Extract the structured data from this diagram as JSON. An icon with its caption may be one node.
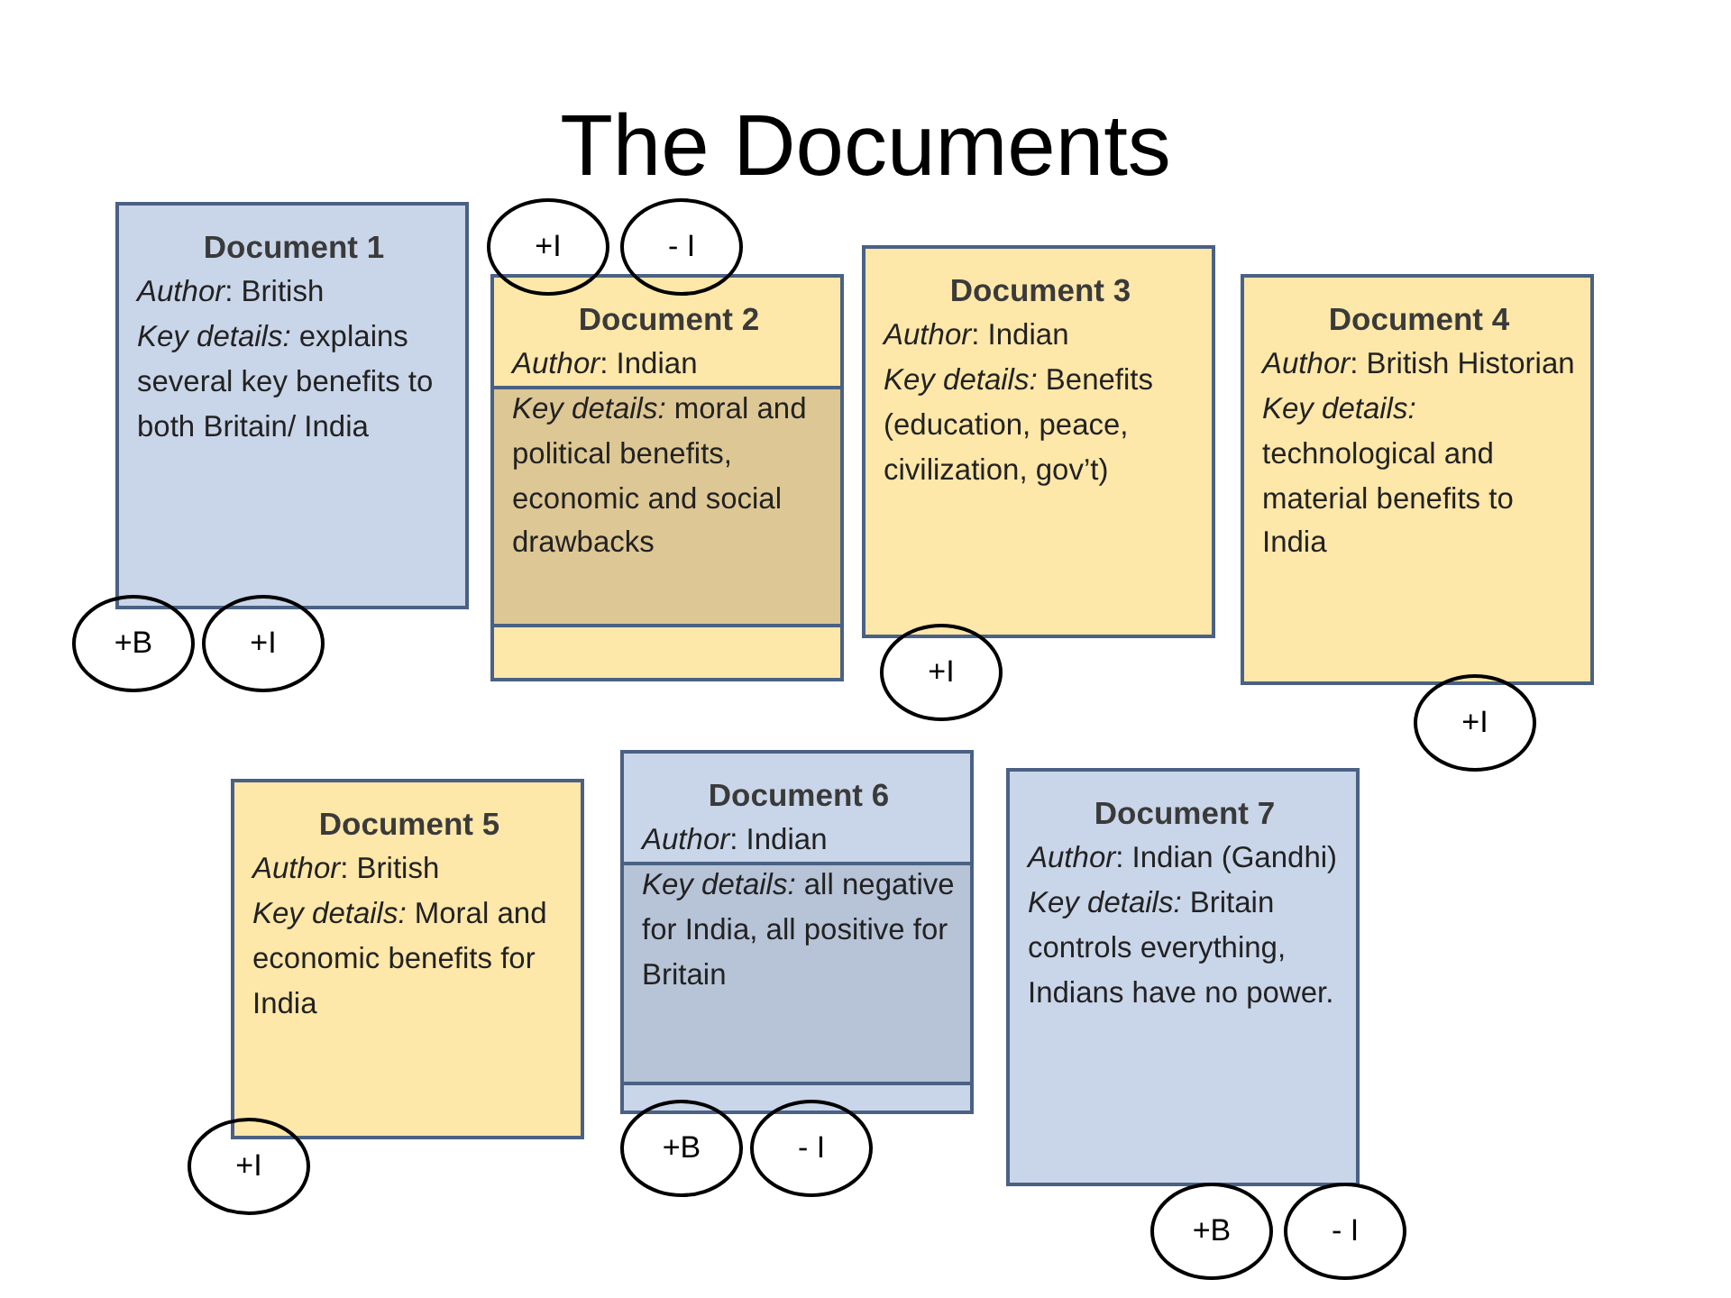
{
  "diagram": {
    "title": "The Documents",
    "nodes": [
      {
        "text": [
          "Document 1",
          "*Author*: British",
          "*Key details:* explains several key benefits to both Britain/ India"
        ]
      },
      {
        "text": [
          "+B"
        ]
      },
      {
        "text": [
          "+I"
        ]
      },
      {
        "text": [
          "Document 2",
          "*Author*: Indian",
          "*Key details:* moral and political benefits, economic and social drawbacks"
        ]
      },
      {
        "text": [
          "+I"
        ]
      },
      {
        "text": [
          "- I"
        ]
      },
      {
        "text": [
          "Document 3",
          "*Author*: Indian",
          "*Key details:* Benefits (education, peace, civilization, gov’t)"
        ]
      },
      {
        "text": [
          "+I"
        ]
      },
      {
        "text": [
          "Document 4",
          "*Author*: British Historian",
          "*Key details:* technological and material benefits to India"
        ]
      },
      {
        "text": [
          "+I"
        ]
      },
      {
        "text": [
          "Document 5",
          "*Author*: British",
          "*Key details:* Moral and economic benefits for India"
        ]
      },
      {
        "text": [
          "+I"
        ]
      },
      {
        "text": [
          "Document 6",
          "*Author*: Indian",
          "*Key details:* all negative for India, all positive for Britain"
        ]
      },
      {
        "text": [
          "+B"
        ]
      },
      {
        "text": [
          "- I"
        ]
      },
      {
        "text": [
          "Document 7",
          "*Author*: Indian (Gandhi)",
          "*Key details:* Britain controls everything, Indians have no power."
        ]
      },
      {
        "text": [
          "+B"
        ]
      },
      {
        "text": [
          "- I"
        ]
      }
    ]
  }
}
